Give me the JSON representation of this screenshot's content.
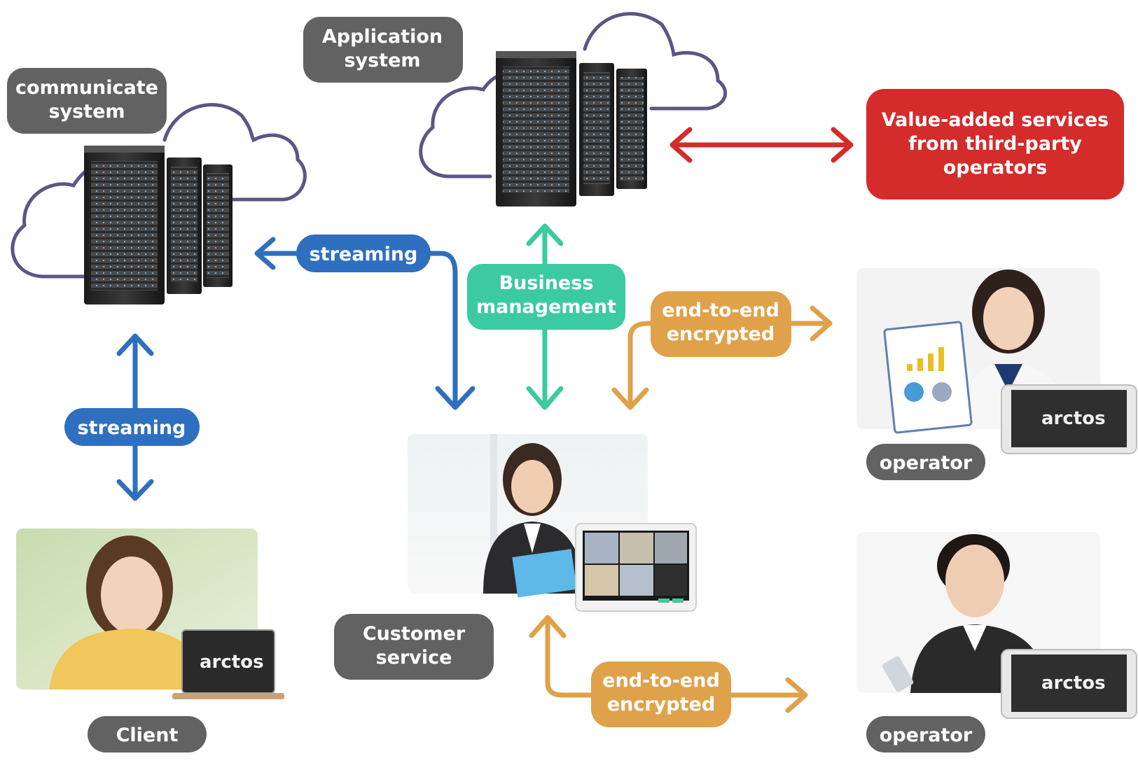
{
  "colors": {
    "cloud_stroke": "#5c5584",
    "blue": "#2f6fc0",
    "green": "#3ccaa0",
    "orange": "#dfa24a",
    "red": "#d42b2b",
    "gray_label": "#626262"
  },
  "nodes": {
    "communicate_system": {
      "line1": "communicate",
      "line2": "system",
      "icon": "server-cloud-icon"
    },
    "application_system": {
      "line1": "Application",
      "line2": "system",
      "icon": "server-cloud-icon"
    },
    "value_added": {
      "line1": "Value-added services",
      "line2": "from third-party",
      "line3": "operators"
    },
    "client": {
      "label": "Client",
      "photo": "client-with-laptop-photo"
    },
    "customer_service": {
      "line1": "Customer",
      "line2": "service",
      "photo": "customer-service-with-tablet-photo"
    },
    "operator_top": {
      "label": "operator",
      "photo": "operator-with-chart-photo"
    },
    "operator_bottom": {
      "label": "operator",
      "photo": "operator-with-phone-photo"
    }
  },
  "links": {
    "streaming_top": {
      "label": "streaming"
    },
    "streaming_left": {
      "label": "streaming"
    },
    "business_management": {
      "line1": "Business",
      "line2": "management"
    },
    "e2e_top": {
      "line1": "end-to-end",
      "line2": "encrypted"
    },
    "e2e_bottom": {
      "line1": "end-to-end",
      "line2": "encrypted"
    }
  },
  "device_logo": "arctos"
}
